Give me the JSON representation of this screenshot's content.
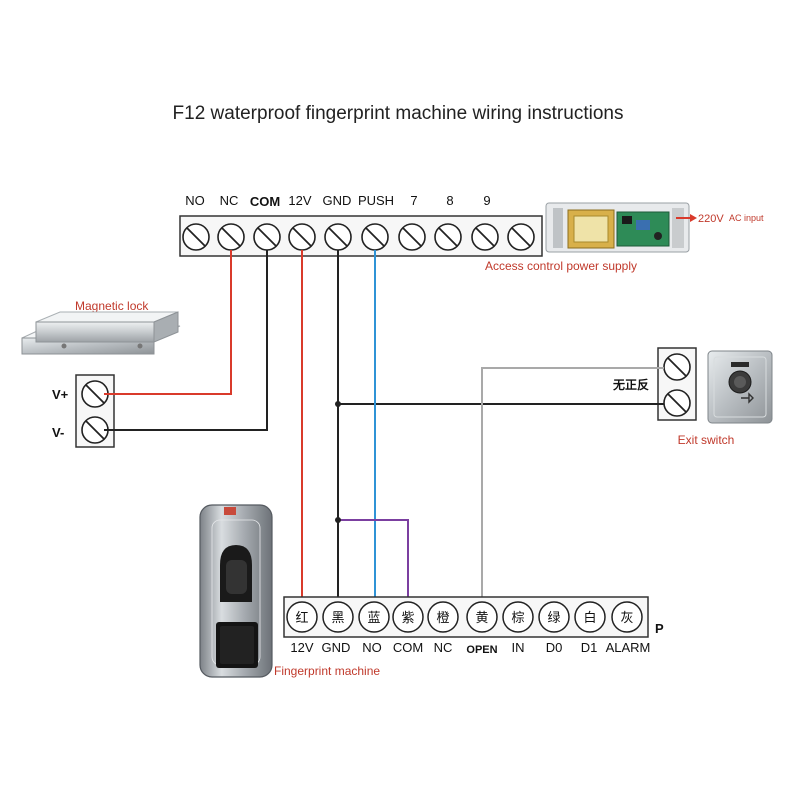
{
  "title": "F12 waterproof fingerprint machine wiring instructions",
  "top_terminal": {
    "labels": [
      "NO",
      "NC",
      "COM",
      "12V",
      "GND",
      "PUSH",
      "7",
      "8",
      "9"
    ]
  },
  "power_supply": {
    "caption": "Access control power supply",
    "voltage": "220V",
    "ac_input": "AC input"
  },
  "magnetic_lock": {
    "caption": "Magnetic lock",
    "terminals": [
      "V+",
      "V-"
    ]
  },
  "exit_switch": {
    "caption": "Exit switch",
    "polarity_note": "无正反"
  },
  "fingerprint_machine": {
    "caption": "Fingerprint machine",
    "wire_colors": [
      "红",
      "黑",
      "蓝",
      "紫",
      "橙",
      "黄",
      "棕",
      "绿",
      "白",
      "灰"
    ],
    "wire_labels": [
      "12V",
      "GND",
      "NO",
      "COM",
      "NC",
      "OPEN",
      "IN",
      "D0",
      "D1",
      "ALARM"
    ],
    "marker": "P"
  },
  "colors": {
    "red_wire": "#d93a2b",
    "black_wire": "#222222",
    "blue_wire": "#2f93d6",
    "purple_wire": "#7b3fa0",
    "grey_wire": "#a9a9a9",
    "caption": "#c0392b"
  }
}
